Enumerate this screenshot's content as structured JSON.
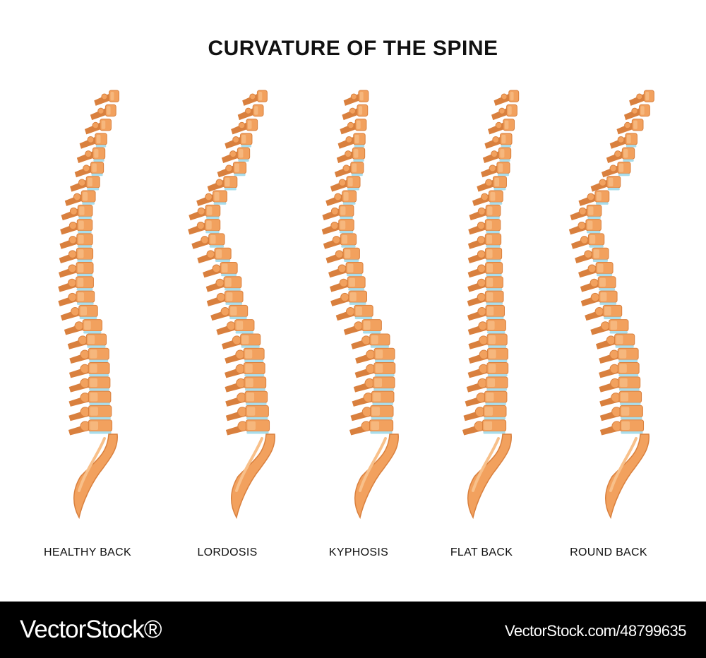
{
  "title": "CURVATURE OF THE SPINE",
  "colors": {
    "bone": "#F2A15E",
    "bone_light": "#F8C08A",
    "bone_dark": "#D9803E",
    "disc": "#A9DDEB"
  },
  "spines": [
    {
      "label": "HEALTHY BACK"
    },
    {
      "label": "LORDOSIS"
    },
    {
      "label": "KYPHOSIS"
    },
    {
      "label": "FLAT BACK"
    },
    {
      "label": "ROUND BACK"
    }
  ],
  "footer": {
    "brand": "VectorStock®",
    "image_id": "VectorStock.com/48799635"
  }
}
